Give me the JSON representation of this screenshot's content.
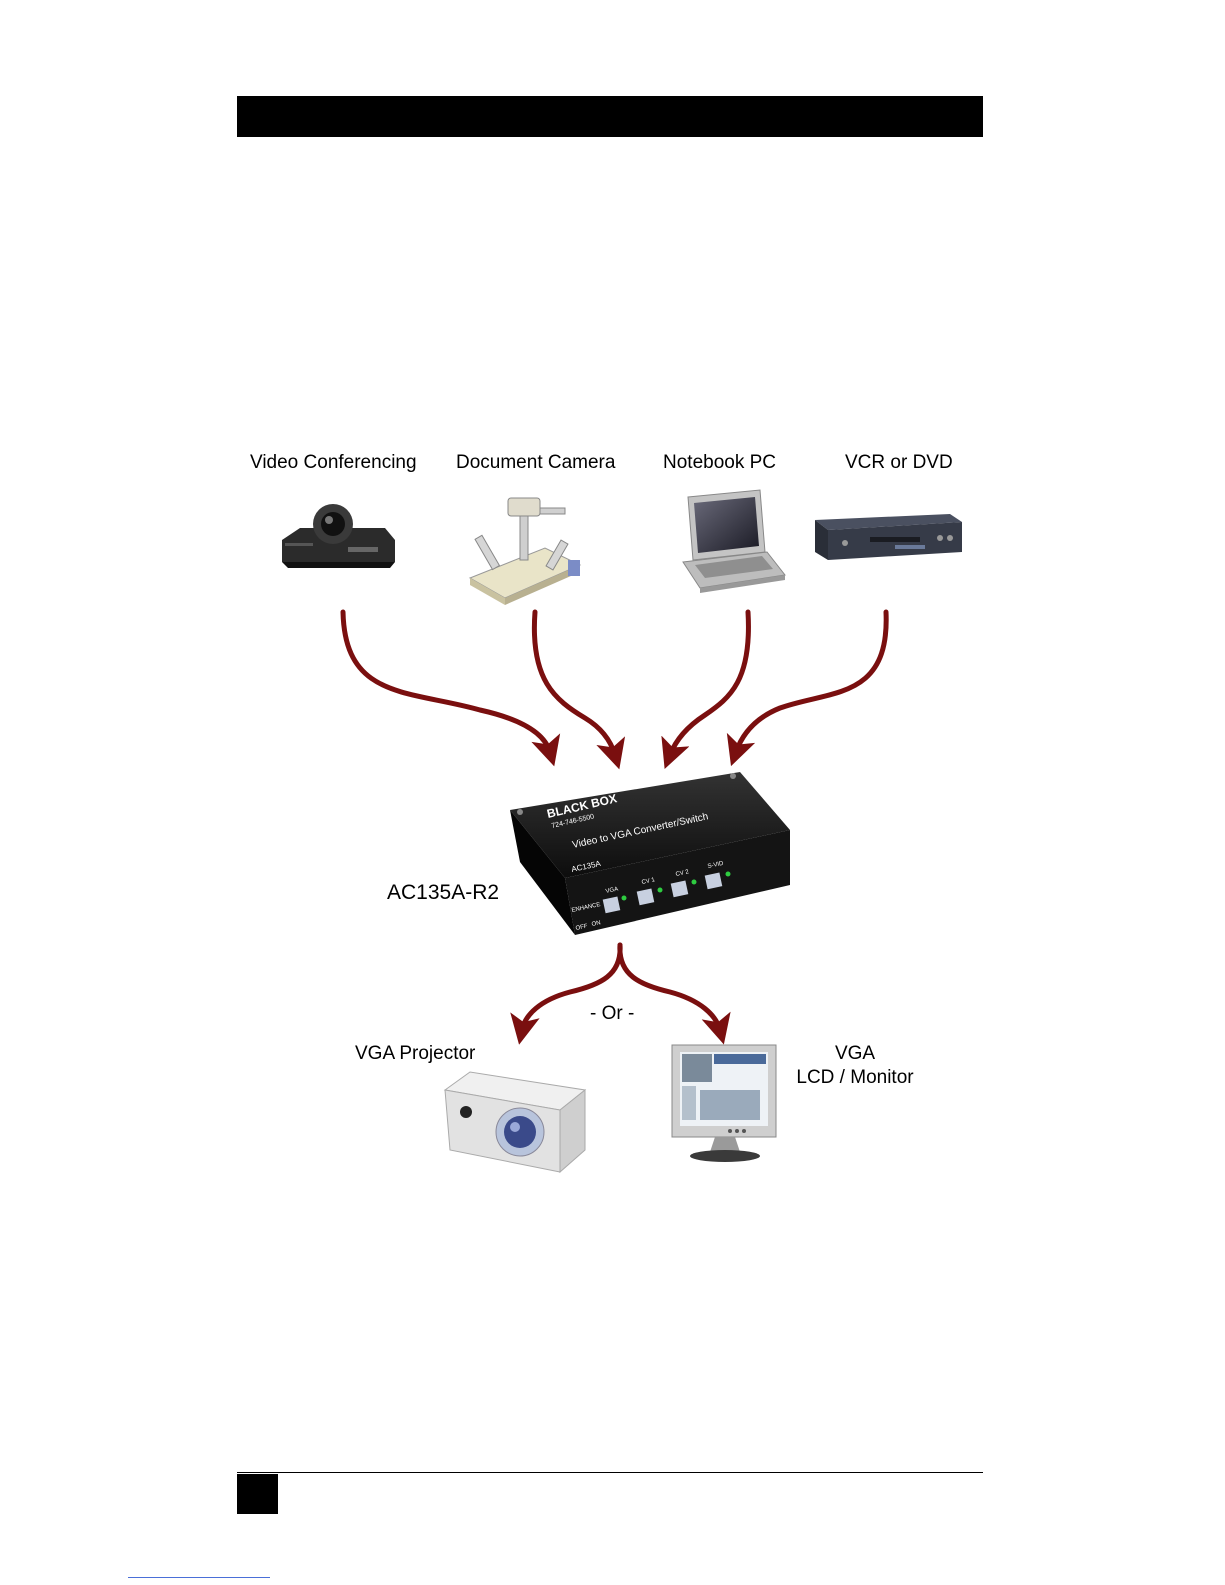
{
  "diagram": {
    "sources": [
      {
        "label": "Video Conferencing",
        "icon": "video-conferencing-camera-icon"
      },
      {
        "label": "Document Camera",
        "icon": "document-camera-icon"
      },
      {
        "label": "Notebook PC",
        "icon": "notebook-pc-icon"
      },
      {
        "label": "VCR or DVD",
        "icon": "vcr-dvd-player-icon"
      }
    ],
    "device": {
      "model": "AC135A-R2",
      "brand": "BLACK BOX",
      "phone": "724-746-5500",
      "product_name": "Video to VGA Converter/Switch",
      "unit_label": "AC135A",
      "enhance_label": "ENHANCE",
      "enhance_states": [
        "OFF",
        "ON"
      ],
      "buttons": [
        "VGA",
        "CV 1",
        "CV 2",
        "S-VID"
      ]
    },
    "separator": "- Or -",
    "outputs": [
      {
        "label": "VGA Projector",
        "icon": "vga-projector-icon"
      },
      {
        "label_line1": "VGA",
        "label_line2": "LCD / Monitor",
        "icon": "lcd-monitor-icon"
      }
    ],
    "colors": {
      "arrow": "#7a0f0f",
      "device_body": "#111111",
      "led": "#2ecc40"
    }
  }
}
